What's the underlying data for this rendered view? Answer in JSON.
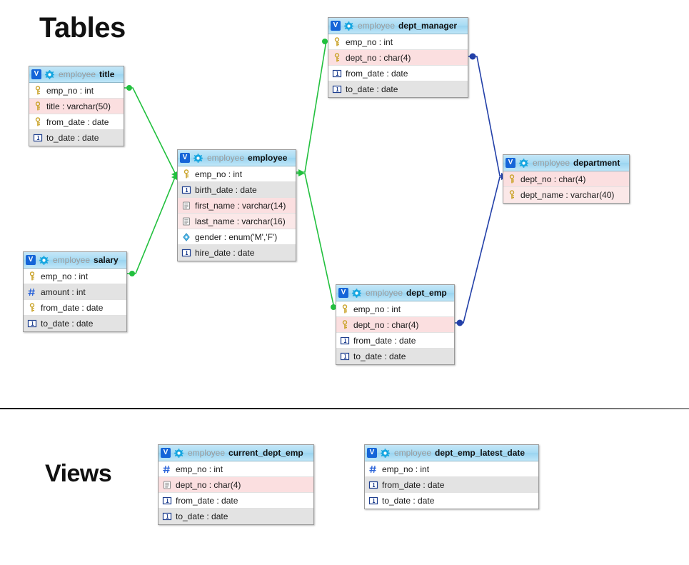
{
  "page": {
    "sections": [
      {
        "id": "tables",
        "label": "Tables"
      },
      {
        "id": "views",
        "label": "Views"
      }
    ]
  },
  "colors": {
    "relation_pk_line": "#22c03e",
    "relation_fk_line": "#2340a8",
    "header_gradient_top": "#c4e6f7",
    "header_gradient_bottom": "#9ad4f0",
    "badge_blue": "#1565d8",
    "gear_cyan": "#17a6e0",
    "row_white": "#ffffff",
    "row_gray": "#e3e3e3",
    "row_pink": "#fbdfe0",
    "key_icon_gold": "#c9a227",
    "number_icon_blue": "#2b64d9",
    "text_icon_gray": "#8d8d8d",
    "enum_icon_cyan": "#4fb6e8",
    "date_icon_navy": "#1f3f8f",
    "divider": "#000000"
  },
  "entities": [
    {
      "id": "title",
      "badge": "V",
      "schema": "employee",
      "name": "title",
      "icon": "gear-icon",
      "columns": [
        {
          "icon": "key-icon",
          "text": "emp_no : int",
          "bg": "bg-white"
        },
        {
          "icon": "key-icon",
          "text": "title : varchar(50)",
          "bg": "bg-pink"
        },
        {
          "icon": "key-icon",
          "text": "from_date : date",
          "bg": "bg-white"
        },
        {
          "icon": "date-icon",
          "text": "to_date : date",
          "bg": "bg-gray"
        }
      ]
    },
    {
      "id": "employee",
      "badge": "V",
      "schema": "employee",
      "name": "employee",
      "icon": "gear-icon",
      "columns": [
        {
          "icon": "key-icon",
          "text": "emp_no : int",
          "bg": "bg-white"
        },
        {
          "icon": "date-icon",
          "text": "birth_date : date",
          "bg": "bg-gray"
        },
        {
          "icon": "text-icon",
          "text": "first_name : varchar(14)",
          "bg": "bg-pink"
        },
        {
          "icon": "text-icon",
          "text": "last_name : varchar(16)",
          "bg": "bg-pinklite"
        },
        {
          "icon": "enum-icon",
          "text": "gender : enum('M','F')",
          "bg": "bg-white"
        },
        {
          "icon": "date-icon",
          "text": "hire_date : date",
          "bg": "bg-gray"
        }
      ]
    },
    {
      "id": "salary",
      "badge": "V",
      "schema": "employee",
      "name": "salary",
      "icon": "gear-icon",
      "columns": [
        {
          "icon": "key-icon",
          "text": "emp_no : int",
          "bg": "bg-white"
        },
        {
          "icon": "number-icon",
          "text": "amount : int",
          "bg": "bg-gray"
        },
        {
          "icon": "key-icon",
          "text": "from_date : date",
          "bg": "bg-white"
        },
        {
          "icon": "date-icon",
          "text": "to_date : date",
          "bg": "bg-gray"
        }
      ]
    },
    {
      "id": "dept_manager",
      "badge": "V",
      "schema": "employee",
      "name": "dept_manager",
      "icon": "gear-icon",
      "columns": [
        {
          "icon": "key-icon",
          "text": "emp_no : int",
          "bg": "bg-white"
        },
        {
          "icon": "key-icon",
          "text": "dept_no : char(4)",
          "bg": "bg-pink"
        },
        {
          "icon": "date-icon",
          "text": "from_date : date",
          "bg": "bg-white"
        },
        {
          "icon": "date-icon",
          "text": "to_date : date",
          "bg": "bg-gray"
        }
      ]
    },
    {
      "id": "dept_emp",
      "badge": "V",
      "schema": "employee",
      "name": "dept_emp",
      "icon": "gear-icon",
      "columns": [
        {
          "icon": "key-icon",
          "text": "emp_no : int",
          "bg": "bg-white"
        },
        {
          "icon": "key-icon",
          "text": "dept_no : char(4)",
          "bg": "bg-pink"
        },
        {
          "icon": "date-icon",
          "text": "from_date : date",
          "bg": "bg-white"
        },
        {
          "icon": "date-icon",
          "text": "to_date : date",
          "bg": "bg-gray"
        }
      ]
    },
    {
      "id": "department",
      "badge": "V",
      "schema": "employee",
      "name": "department",
      "icon": "gear-icon",
      "columns": [
        {
          "icon": "key-icon",
          "text": "dept_no : char(4)",
          "bg": "bg-pink"
        },
        {
          "icon": "key-icon",
          "text": "dept_name : varchar(40)",
          "bg": "bg-pinklite"
        }
      ]
    },
    {
      "id": "current_dept_emp",
      "badge": "V",
      "schema": "employee",
      "name": "current_dept_emp",
      "icon": "gear-icon",
      "columns": [
        {
          "icon": "number-icon",
          "text": "emp_no : int",
          "bg": "bg-white"
        },
        {
          "icon": "text-icon",
          "text": "dept_no : char(4)",
          "bg": "bg-pink"
        },
        {
          "icon": "date-icon",
          "text": "from_date : date",
          "bg": "bg-white"
        },
        {
          "icon": "date-icon",
          "text": "to_date : date",
          "bg": "bg-gray"
        }
      ]
    },
    {
      "id": "dept_emp_latest_date",
      "badge": "V",
      "schema": "employee",
      "name": "dept_emp_latest_date",
      "icon": "gear-icon",
      "columns": [
        {
          "icon": "number-icon",
          "text": "emp_no : int",
          "bg": "bg-white"
        },
        {
          "icon": "date-icon",
          "text": "from_date : date",
          "bg": "bg-gray"
        },
        {
          "icon": "date-icon",
          "text": "to_date : date",
          "bg": "bg-white"
        }
      ]
    }
  ],
  "relations": [
    {
      "id": "title-employee",
      "from": "title",
      "to": "employee",
      "color": "#22c03e"
    },
    {
      "id": "salary-employee",
      "from": "salary",
      "to": "employee",
      "color": "#22c03e"
    },
    {
      "id": "employee-dept_manager",
      "from": "employee",
      "to": "dept_manager",
      "color": "#22c03e"
    },
    {
      "id": "employee-dept_emp",
      "from": "employee",
      "to": "dept_emp",
      "color": "#22c03e"
    },
    {
      "id": "dept_manager-department",
      "from": "dept_manager",
      "to": "department",
      "color": "#2340a8"
    },
    {
      "id": "dept_emp-department",
      "from": "dept_emp",
      "to": "department",
      "color": "#2340a8"
    }
  ]
}
